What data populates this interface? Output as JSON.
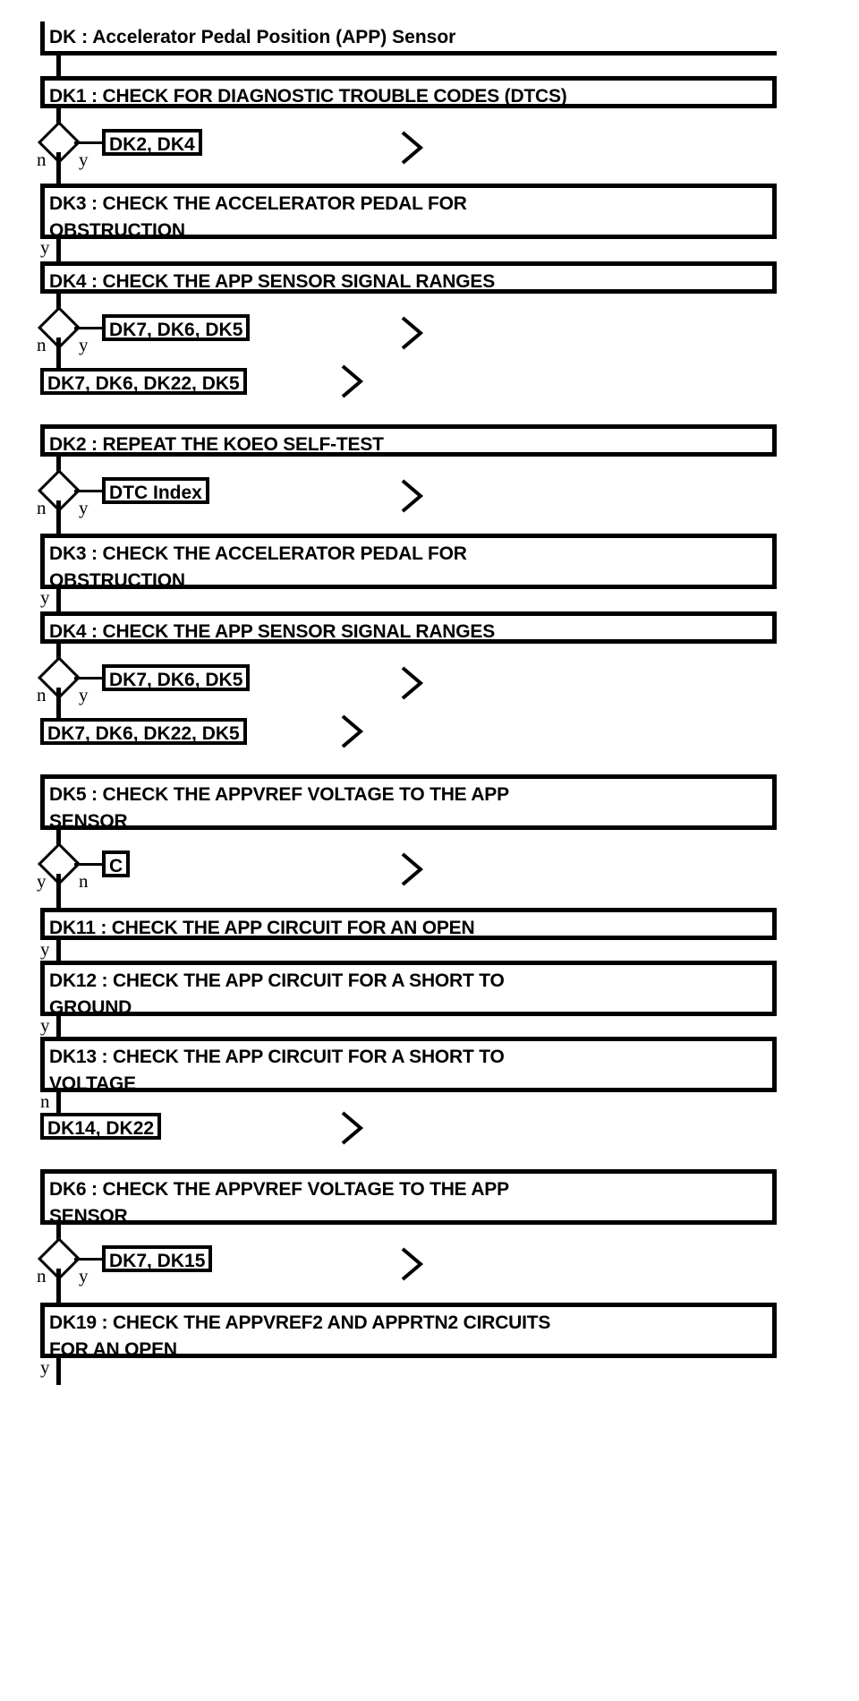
{
  "diagram": {
    "title": "DK : Accelerator Pedal Position (APP) Sensor",
    "type": "flowchart",
    "branch_yes": "y",
    "branch_no": "n",
    "goto_icon": "chevron-right-icon"
  },
  "steps": {
    "dk1": "DK1 : CHECK FOR DIAGNOSTIC TROUBLE CODES (DTCS)",
    "dk3_a": "DK3 : CHECK THE ACCELERATOR PEDAL FOR\nOBSTRUCTION",
    "dk4_a": "DK4 : CHECK THE APP SENSOR SIGNAL RANGES",
    "dk2": "DK2 : REPEAT THE KOEO SELF-TEST",
    "dk3_b": "DK3 : CHECK THE ACCELERATOR PEDAL FOR\nOBSTRUCTION",
    "dk4_b": "DK4 : CHECK THE APP SENSOR SIGNAL RANGES",
    "dk5": "DK5 : CHECK THE APPVREF VOLTAGE TO THE APP\nSENSOR",
    "dk11": "DK11 : CHECK THE APP CIRCUIT FOR AN OPEN",
    "dk12": "DK12 : CHECK THE APP CIRCUIT FOR A SHORT TO\nGROUND",
    "dk13": "DK13 : CHECK THE APP CIRCUIT FOR A SHORT TO\nVOLTAGE",
    "dk6": "DK6 : CHECK THE APPVREF VOLTAGE TO THE APP\nSENSOR",
    "dk19": "DK19 : CHECK THE APPVREF2 AND APPRTN2 CIRCUITS\nFOR AN OPEN"
  },
  "refs": {
    "dk2_dk4": "DK2, DK4",
    "dk7_dk6_dk5_a": "DK7, DK6, DK5",
    "dk7_dk6_dk22_dk5_a": "DK7, DK6, DK22, DK5",
    "dtc_index": "DTC Index",
    "dk7_dk6_dk5_b": "DK7, DK6, DK5",
    "dk7_dk6_dk22_dk5_b": "DK7, DK6, DK22, DK5",
    "c": "C",
    "dk14_dk22": "DK14, DK22",
    "dk7_dk15": "DK7, DK15"
  },
  "branches": {
    "d1_no": "n",
    "d1_yes": "y",
    "dk3a_yes": "y",
    "d2_no": "n",
    "d2_yes": "y",
    "d3_no": "n",
    "d3_yes": "y",
    "dk3b_yes": "y",
    "d4_no": "n",
    "d4_yes": "y",
    "d5_yes": "y",
    "d5_no": "n",
    "dk11_yes": "y",
    "dk12_yes": "y",
    "dk13_no": "n",
    "d6_no": "n",
    "d6_yes": "y",
    "dk19_yes": "y"
  }
}
